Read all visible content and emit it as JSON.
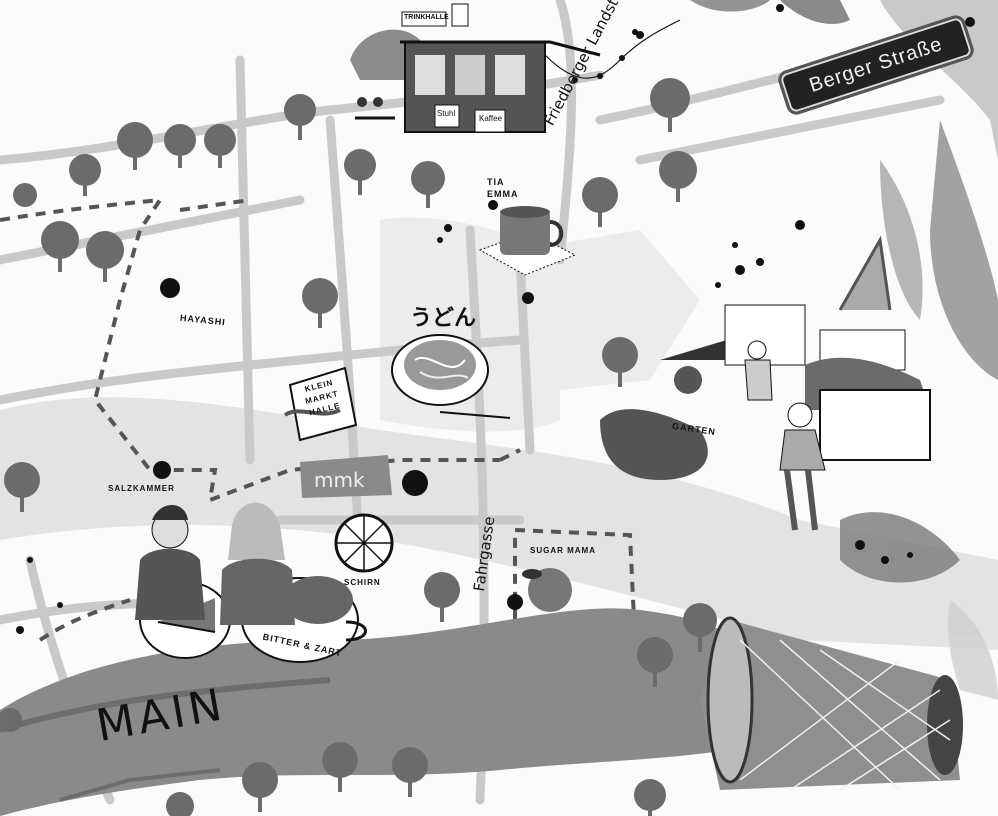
{
  "map": {
    "labels": {
      "trinkhalle": "TRINKHALLE",
      "friedberger": "Friedberger Landst",
      "berger": "Berger Straße",
      "tia_emma": "TIA EMMA",
      "hayashi": "HAYASHI",
      "udon": "うどん",
      "kleinmarkthalle": "KLEIN MARKT HALLE",
      "salzkammer": "SALZKAMMER",
      "mmk": "mmk",
      "schirn": "SCHIRN",
      "bitter_zart": "BITTER & ZART",
      "sugar_mama": "SUGAR MAMA",
      "fahrgasse": "Fahrgasse",
      "garten": "GARTEN",
      "main": "MAIN",
      "stuhl": "Stuhl",
      "kaffee": "Kaffee"
    },
    "colors": {
      "river": "#8a8a8a",
      "ink": "#111111",
      "tree": "#6b6b6b",
      "wash": "#cfcfcf"
    }
  }
}
